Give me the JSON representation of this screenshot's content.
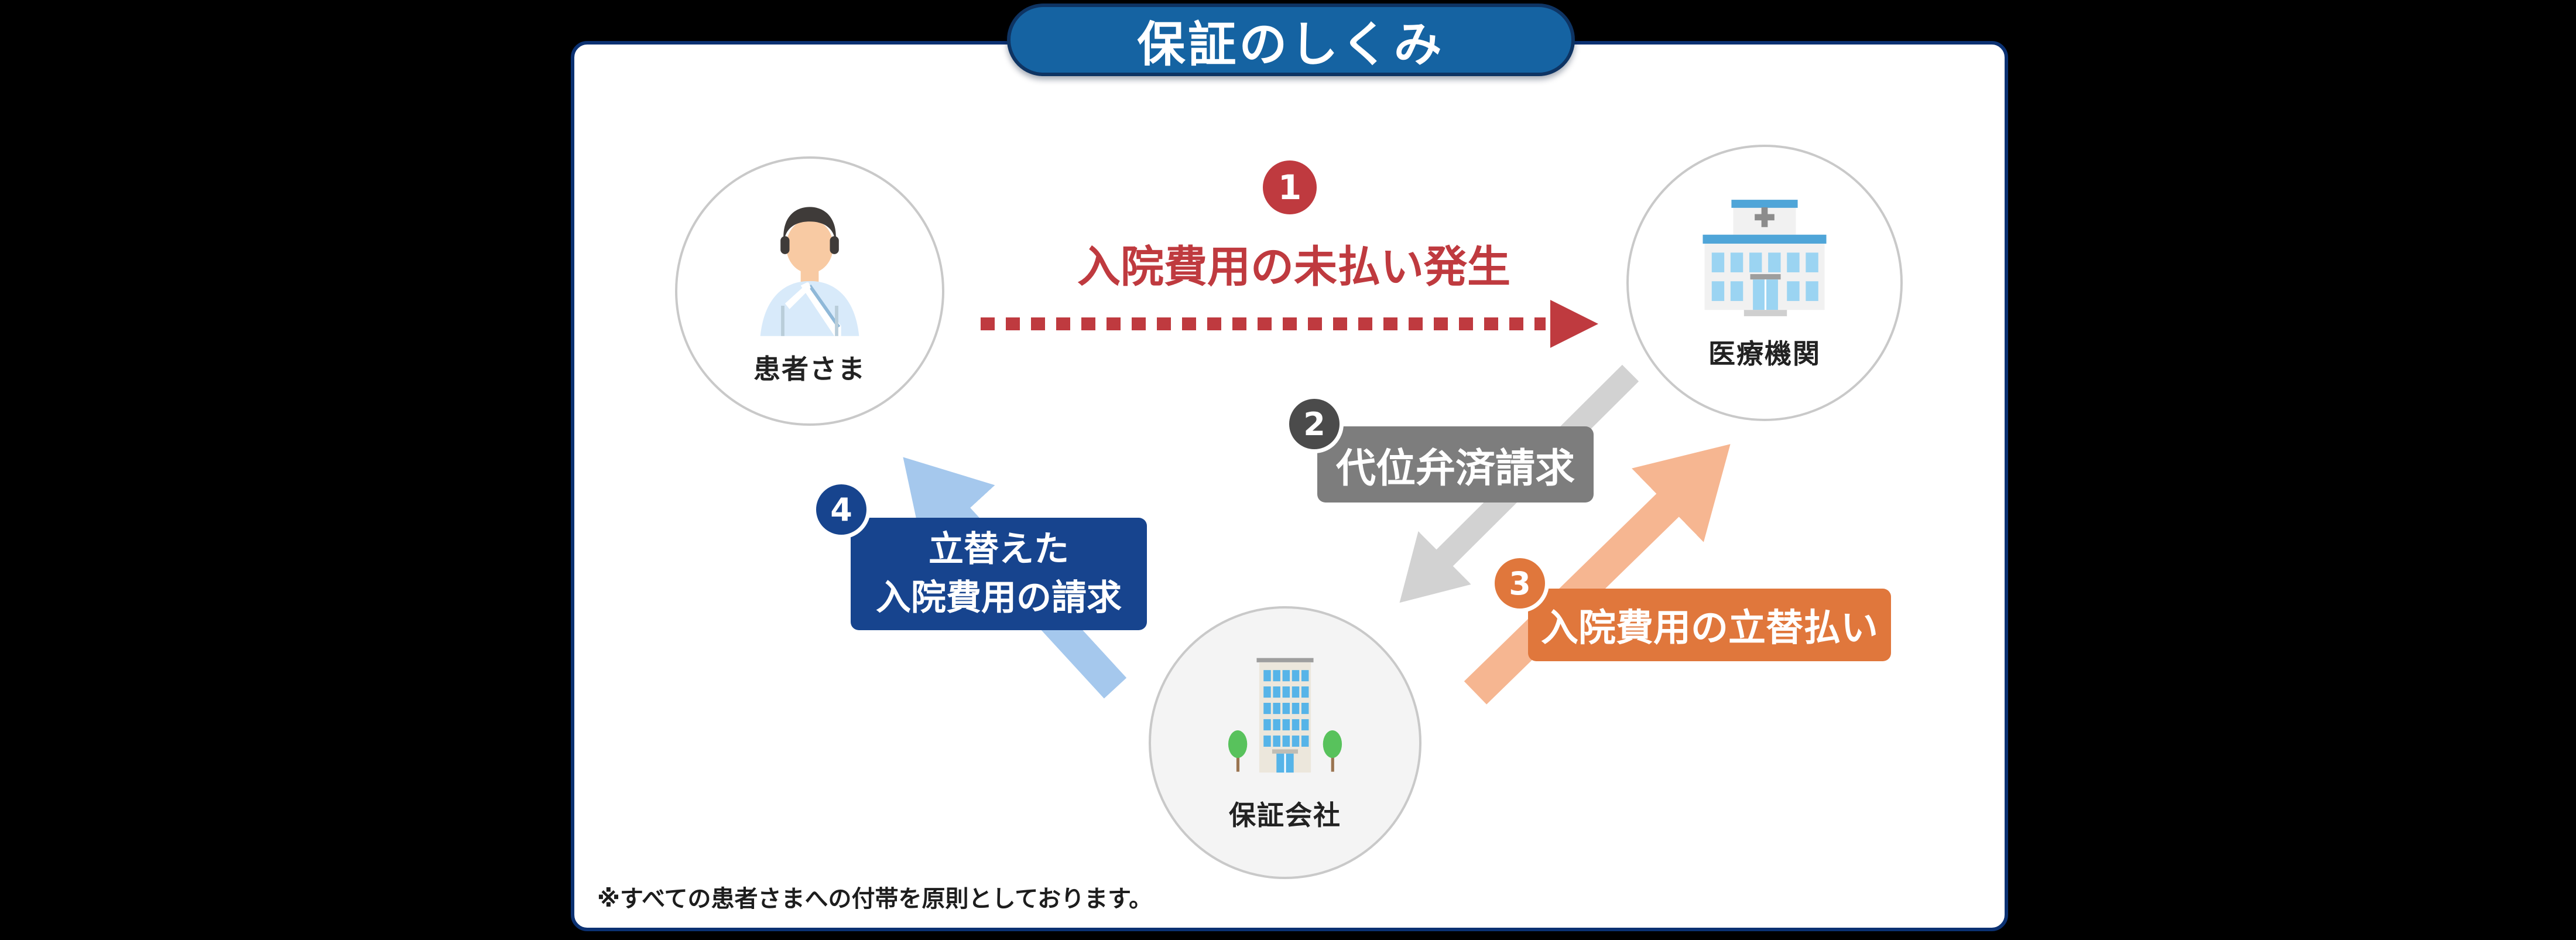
{
  "title": "保証のしくみ",
  "nodes": {
    "patient": {
      "label": "患者さま"
    },
    "hospital": {
      "label": "医療機関"
    },
    "guarantor": {
      "label": "保証会社"
    }
  },
  "steps": [
    {
      "number": "1",
      "label": "入院費用の未払い発生",
      "badge_color": "#bf3a3f",
      "arrow_color": "#bf3a3f",
      "arrow_style": "dashed"
    },
    {
      "number": "2",
      "label": "代位弁済請求",
      "badge_color": "#4b4b4b",
      "box_color": "#7d7d7d",
      "arrow_color": "#d2d2d2",
      "arrow_style": "solid"
    },
    {
      "number": "3",
      "label": "入院費用の立替払い",
      "badge_color": "#e0773c",
      "box_color": "#e0773c",
      "arrow_color": "#f6b691",
      "arrow_style": "solid"
    },
    {
      "number": "4",
      "label_line1": "立替えた",
      "label_line2": "入院費用の請求",
      "badge_color": "#17448e",
      "box_color": "#17448e",
      "arrow_color": "#a5c8ed",
      "arrow_style": "solid"
    }
  ],
  "footnote": "※すべての患者さまへの付帯を原則としております。",
  "colors": {
    "background": "#000000",
    "panel_bg": "#ffffff",
    "panel_border": "#0b3172",
    "title_bg": "#1563a2",
    "title_border": "#0e3463"
  }
}
